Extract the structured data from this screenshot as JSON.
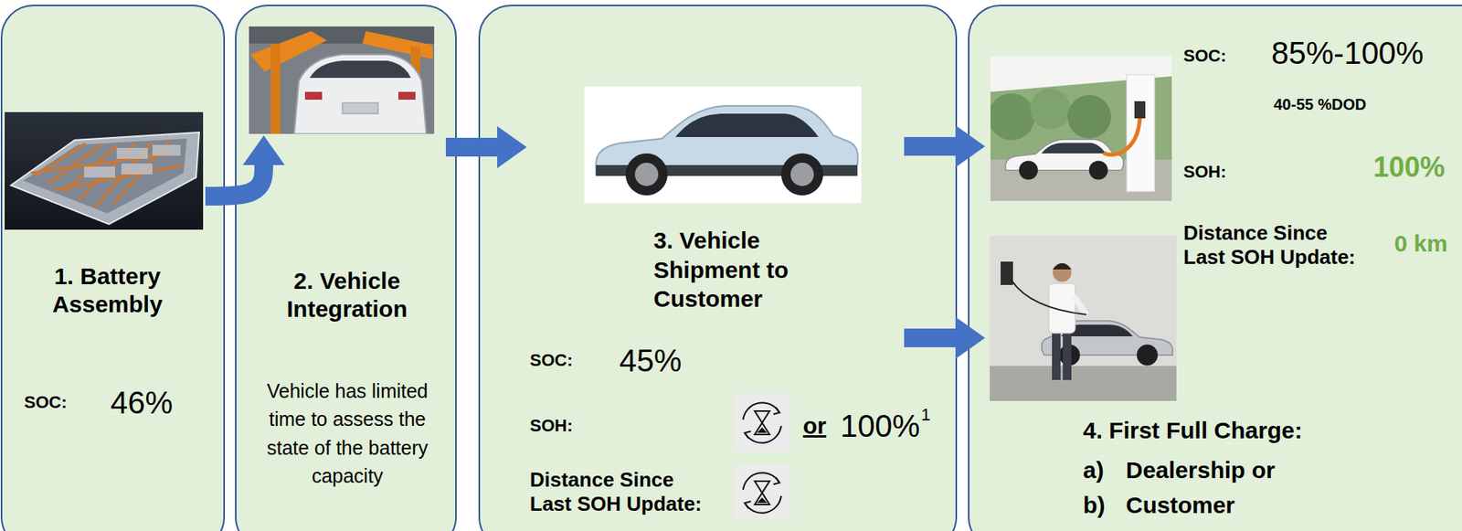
{
  "diagram": {
    "nodes": [
      {
        "text": [
          "1. Battery Assembly",
          "SOC:",
          "46%"
        ]
      },
      {
        "text": [
          "2. Vehicle Integration",
          "Vehicle has limited time to assess the state of the battery capacity"
        ]
      },
      {
        "text": [
          "3. Vehicle Shipment to Customer",
          "SOC:",
          "45%",
          "SOH:",
          "or",
          "100%",
          "1",
          "Distance Since Last SOH Update:"
        ]
      },
      {
        "text": [
          "SOC:",
          "85%-100%",
          "40-55 %DOD",
          "SOH:",
          "100%",
          "Distance Since Last SOH Update:",
          "0 km",
          "4. First Full Charge:",
          "a)",
          "Dealership or",
          "b)",
          "Customer"
        ]
      }
    ],
    "edges": [
      {
        "from": 0,
        "to": 1,
        "arrow": "to"
      },
      {
        "from": 1,
        "to": 2,
        "arrow": "to"
      },
      {
        "from": 2,
        "to": 3,
        "arrow": "to"
      },
      {
        "from": 2,
        "to": 3,
        "arrow": "to"
      }
    ]
  }
}
